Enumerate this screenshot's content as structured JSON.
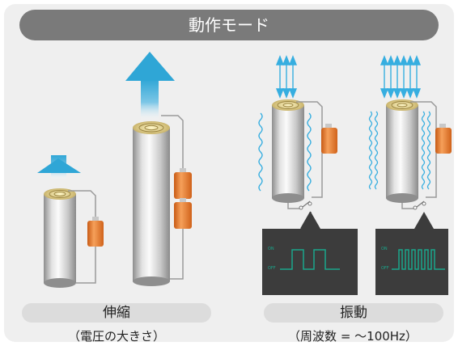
{
  "title": "動作モード",
  "sections": [
    {
      "caption": "伸縮",
      "subcaption": "（電圧の大きさ）"
    },
    {
      "caption": "振動",
      "subcaption": "（周波数 = 〜100Hz）"
    }
  ],
  "scope_labels": {
    "on": "ON",
    "off": "OFF"
  },
  "colors": {
    "arrow": "#2fa6d6",
    "vibration": "#36aee0",
    "battery": "#ef7d2a",
    "scope_bg": "#3c3c3c",
    "scope_trace": "#1aa78c"
  }
}
